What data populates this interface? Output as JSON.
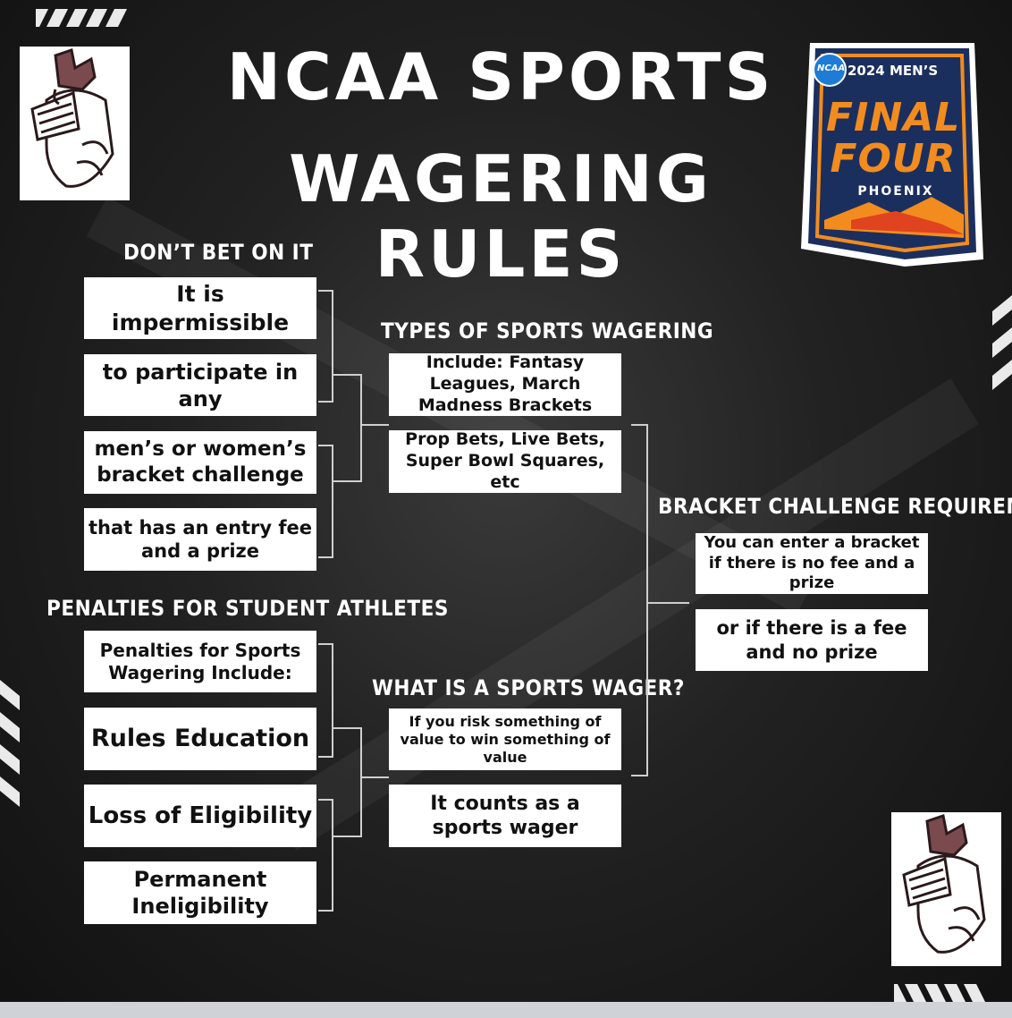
{
  "title": {
    "line1": "NCAA SPORTS",
    "line2": "WAGERING RULES"
  },
  "dont_bet": {
    "heading": "DON’T BET ON IT",
    "boxes": [
      "It is impermissible",
      "to participate in any",
      "men’s or women’s bracket challenge",
      "that has an entry fee and a prize"
    ]
  },
  "penalties": {
    "heading": "PENALTIES FOR STUDENT ATHLETES",
    "boxes": [
      "Penalties for Sports Wagering Include:",
      "Rules Education",
      "Loss of Eligibility",
      "Permanent Ineligibility"
    ]
  },
  "types": {
    "heading": "TYPES OF SPORTS WAGERING",
    "boxes": [
      "Include: Fantasy Leagues, March Madness Brackets",
      "Prop Bets, Live Bets, Super Bowl Squares, etc"
    ]
  },
  "wager": {
    "heading": "WHAT IS A SPORTS WAGER?",
    "boxes": [
      "If you risk something of value to win something of value",
      "It counts as a sports wager"
    ]
  },
  "bracket_req": {
    "heading": "BRACKET CHALLENGE REQUIREMENTS",
    "boxes": [
      "You can enter a bracket if there is no fee and a prize",
      "or if there is a fee and no prize"
    ]
  },
  "final_four_logo": {
    "org": "NCAA",
    "event": "2024 MEN’S",
    "word1": "FINAL",
    "word2": "FOUR",
    "city": "PHOENIX"
  },
  "icons": [
    "knight-mascot-icon",
    "final-four-logo-icon"
  ],
  "colors": {
    "background": "#1e1e1e",
    "box": "#ffffff",
    "text": "#ffffff",
    "mascot": "#7a4a4f",
    "logo_orange": "#f28c1e",
    "logo_navy": "#1b2f5e"
  }
}
